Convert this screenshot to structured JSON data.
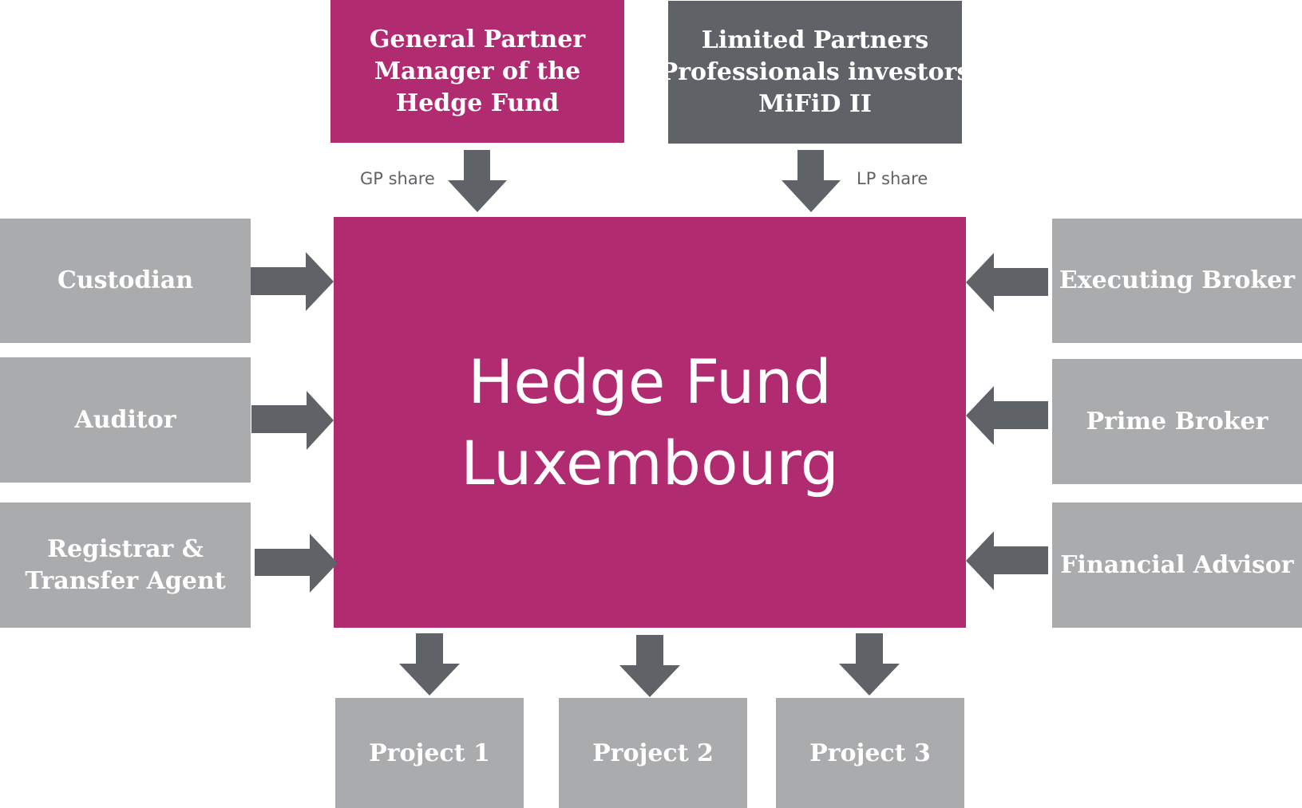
{
  "diagram": {
    "general_partner": [
      "General Partner",
      "Manager of the",
      "Hedge Fund"
    ],
    "limited_partners": [
      "Limited Partners",
      "Professionals investors",
      "MiFiD II"
    ],
    "gp_share": "GP share",
    "lp_share": "LP share",
    "center": [
      "Hedge Fund",
      "Luxembourg"
    ],
    "left": [
      {
        "lines": [
          "Custodian"
        ]
      },
      {
        "lines": [
          "Auditor"
        ]
      },
      {
        "lines": [
          "Registrar &",
          "Transfer Agent"
        ]
      }
    ],
    "right": [
      {
        "lines": [
          "Executing Broker"
        ]
      },
      {
        "lines": [
          "Prime Broker"
        ]
      },
      {
        "lines": [
          "Financial Advisor"
        ]
      }
    ],
    "projects": [
      "Project 1",
      "Project 2",
      "Project 3"
    ]
  },
  "colors": {
    "magenta": "#b02b6f",
    "dark_grey": "#5f6368",
    "light_grey": "#aaabad",
    "arrow": "#5f6368"
  }
}
